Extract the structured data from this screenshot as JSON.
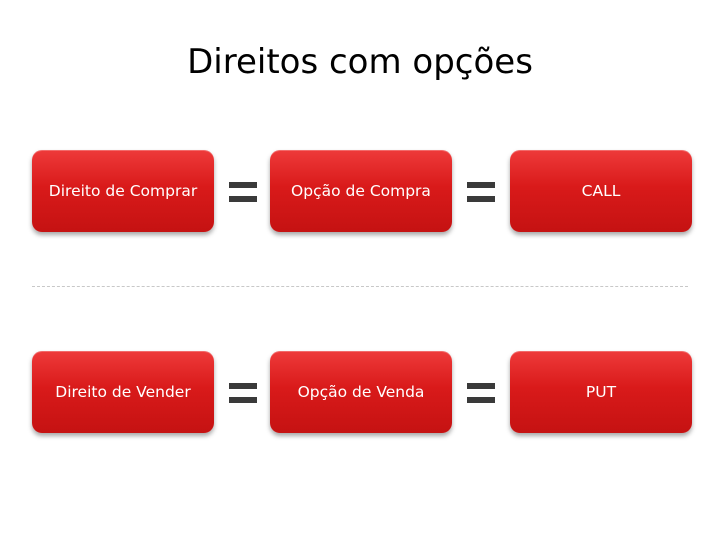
{
  "title": "Direitos com opções",
  "row1": {
    "box1": "Direito de Comprar",
    "box2": "Opção de Compra",
    "box3": "CALL"
  },
  "row2": {
    "box1": "Direito de Vender",
    "box2": "Opção de Venda",
    "box3": "PUT"
  },
  "colors": {
    "box_red": "#d91a1a",
    "equals": "#3a3a3a"
  }
}
